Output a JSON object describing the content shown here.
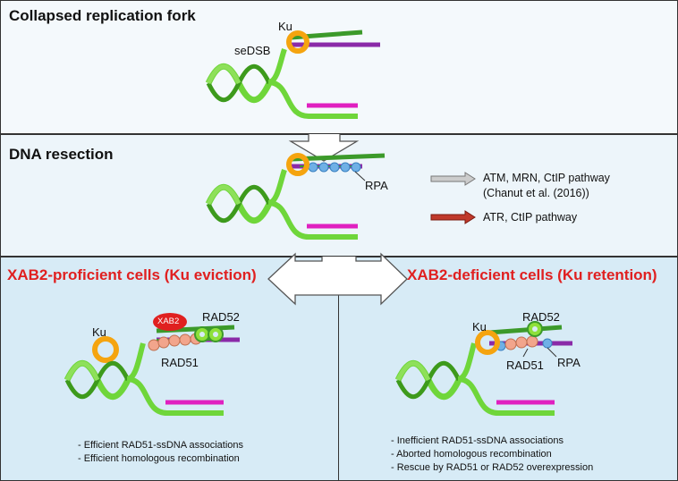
{
  "panels": {
    "fork": {
      "title": "Collapsed replication fork",
      "ku": "Ku",
      "sedsb": "seDSB"
    },
    "resection": {
      "title": "DNA resection",
      "rpa": "RPA",
      "legend": [
        {
          "line1": "ATM, MRN, CtIP pathway",
          "line2": "(Chanut et al. (2016))",
          "color": "#9a9a9a"
        },
        {
          "line1": "ATR, CtIP pathway",
          "color": "#c0392b"
        }
      ]
    },
    "proficient": {
      "title": "XAB2-proficient cells (Ku eviction)",
      "ku": "Ku",
      "xab2": "XAB2",
      "rad52": "RAD52",
      "rad51": "RAD51",
      "notes": [
        "- Efficient RAD51-ssDNA associations",
        "- Efficient homologous recombination"
      ]
    },
    "deficient": {
      "title": "XAB2-deficient cells (Ku retention)",
      "ku": "Ku",
      "rad52": "RAD52",
      "rad51": "RAD51",
      "rpa": "RPA",
      "notes": [
        "- Inefficient RAD51-ssDNA associations",
        "- Aborted homologous recombination",
        "- Rescue by RAD51 or RAD52 overexpression"
      ]
    }
  },
  "colors": {
    "helix": "#6fd63a",
    "helix_dark": "#3d9a1c",
    "magenta": "#e020c0",
    "purple": "#8a2aa8",
    "green_strand": "#3c9a2a",
    "ku": "#f5a40f",
    "rpa": "#6fb0e6",
    "rad51": "#f2a58c",
    "rad52": "#8ee03a",
    "xab2": "#e02020"
  }
}
